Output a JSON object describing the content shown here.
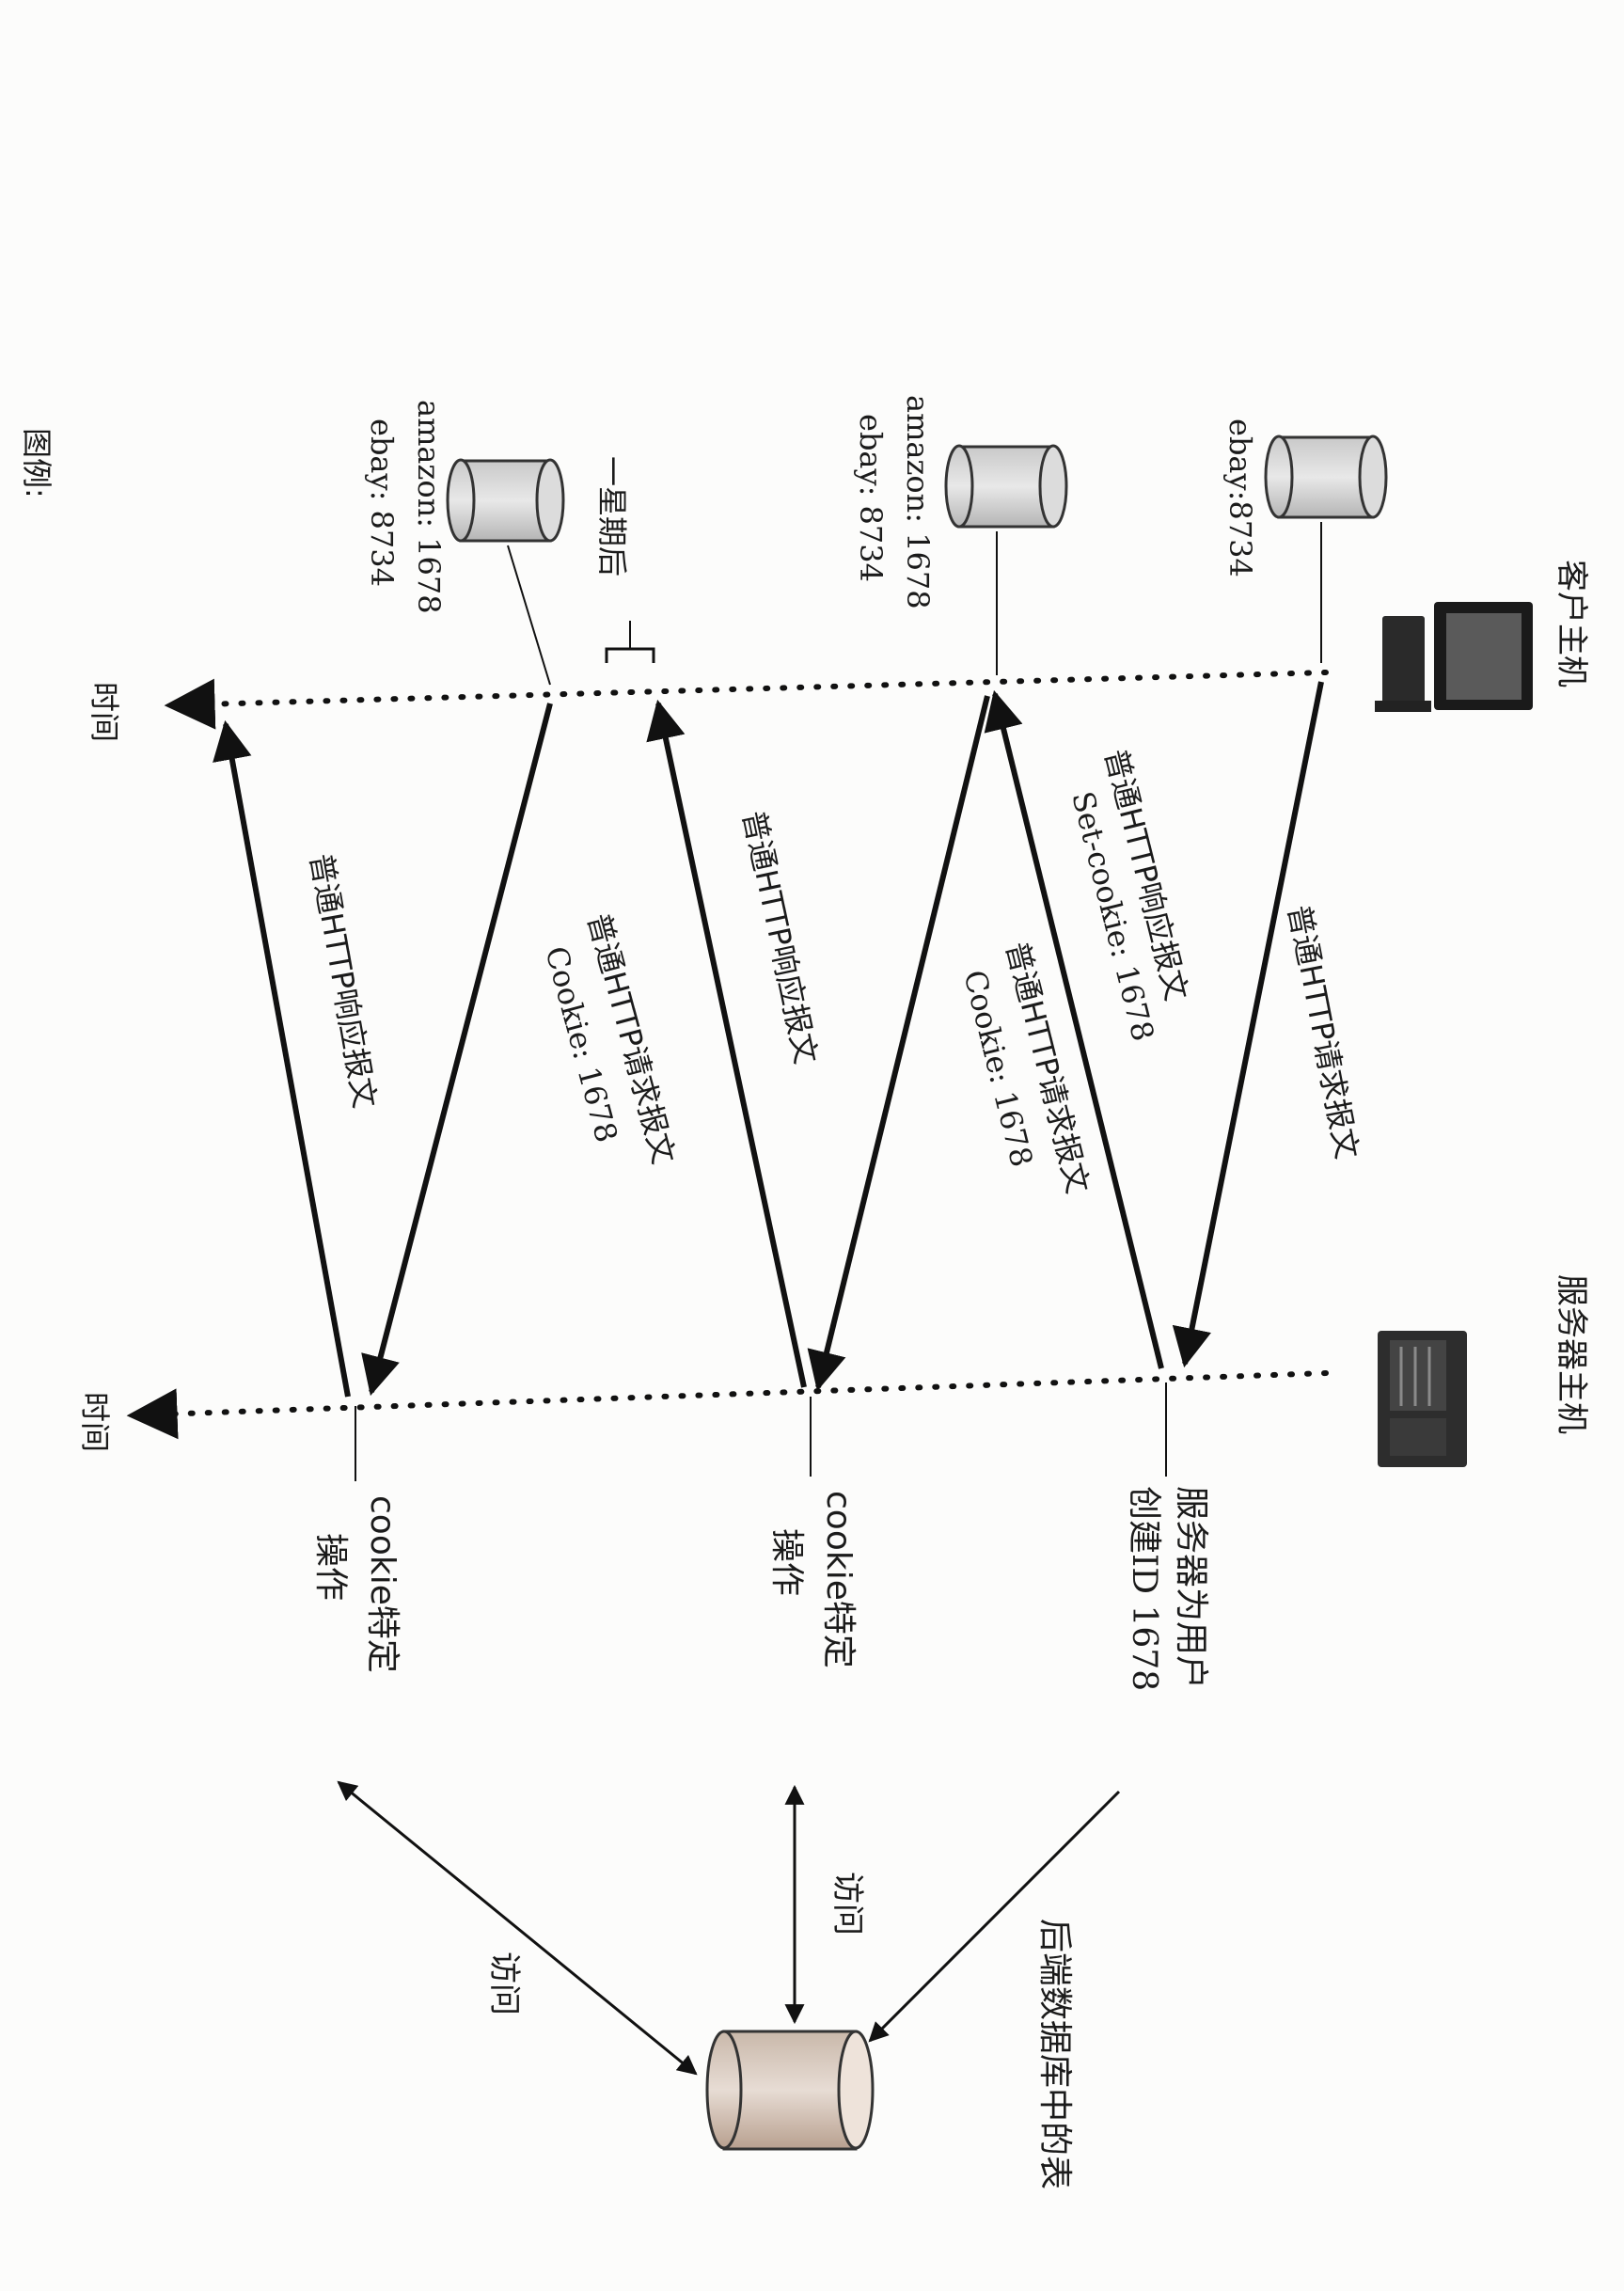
{
  "hosts": {
    "client": "客户主机",
    "server": "服务器主机"
  },
  "timelines": {
    "client_time": "时间",
    "server_time": "时间"
  },
  "cookie_files": {
    "first": "ebay:8734",
    "second_line1": "amazon: 1678",
    "second_line2": "ebay: 8734",
    "third_line1": "amazon: 1678",
    "third_line2": "ebay: 8734"
  },
  "messages": {
    "req1": "普通HTTP请求报文",
    "resp1_line1": "普通HTTP响应报文",
    "resp1_line2": "Set-cookie: 1678",
    "req2_line1": "普通HTTP请求报文",
    "req2_line2": "Cookie: 1678",
    "resp2": "普通HTTP响应报文",
    "req3_line1": "普通HTTP请求报文",
    "req3_line2": "Cookie: 1678",
    "resp3": "普通HTTP响应报文"
  },
  "server_actions": {
    "create_line1": "服务器为用户",
    "create_line2": "创建ID 1678",
    "op1_line1": "cookie特定",
    "op1_line2": "操作",
    "op2_line1": "cookie特定",
    "op2_line2": "操作"
  },
  "gap_label": "一星期后",
  "database": {
    "label": "后端数据库中的表",
    "access1": "访问",
    "access2": "访问"
  },
  "legend": "图例:"
}
